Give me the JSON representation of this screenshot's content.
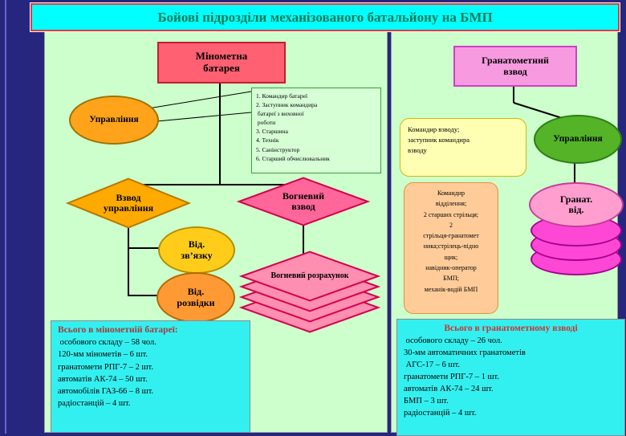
{
  "slide": {
    "title": "Бойові підрозділи механізованого батальйону на БМП"
  },
  "colors": {
    "background_navy": "#26267e",
    "title_bar_cyan": "#00ffff",
    "title_text_green": "#0a7b58",
    "panel_green": "#ccffcc",
    "summary_cyan": "#33f0f0",
    "battery_box_pink_red": "#ff6072",
    "upravlinnia_orange": "#ffa31a",
    "control_platoon_gold": "#ffaa00",
    "fire_platoon_pink": "#ff6699",
    "signal_squad_yellow": "#ffcc1a",
    "recon_squad_orange": "#ff9933",
    "fire_crew_pink": "#ff8fb0",
    "grenade_platoon_violet_pink": "#f79ae0",
    "platoon_upravlinnia_green": "#54b327",
    "commander_note_yellow": "#ffffb3",
    "squad_note_peach": "#ffcc99",
    "grenade_squad_pink": "#ff9ecf",
    "grenade_squad_magenta": "#ff47d6"
  },
  "left": {
    "battery_label": "Мінометна\nбатарея",
    "upravlinnia_label": "Управління",
    "staff_list": "1. Командир батареї\n2. Заступник командира\n батареї з виховної\n роботи\n3. Старшина\n4. Технік\n5. Санінструктор\n6. Старший обчислювальник",
    "vzvod_upravlinnia_label": "Взвод\nуправління",
    "vohnevyi_vzvod_label": "Вогневий\nвзвод",
    "vid_zviazku_label": "Від.\nзв’язку",
    "vid_rozvidky_label": "Від.\nрозвідки",
    "vohnevyi_rozrakhunok_label": "Вогневий розрахунок",
    "summary_title": "Всього в мінометній батареї:",
    "summary_body": " особового складу – 58 чол.\n120-мм мінометів – 6 шт.\nгранатомети РПГ-7 – 2 шт.\nавтоматів АК-74 – 50 шт.\nавтомобілів ГАЗ-66 – 8 шт.\nрадіостанцій – 4 шт."
  },
  "right": {
    "platoon_label": "Гранатометний\nвзвод",
    "commander_note": "Командир взводу;\nзаступник командира\nвзводу",
    "upravlinnia_label": "Управління",
    "squad_note": "Командир\nвідділення;\n2 старших стрільця;\n2\nстрільця-гранатомет\nника;стрілець-підно\nщик;\nнавідник-оператор\nБМП;\nмеханік-водій БМП",
    "granat_vid_label": "Гранат.\nвід.",
    "summary_title": "Всього в гранатометному взводі",
    "summary_body": " особового складу – 26 чол.\n30-мм автоматичних гранатометів\n АГС-17 – 6 шт.\nгранатомети РПГ-7 – 1 шт.\nавтоматів АК-74 – 24 шт.\nБМП – 3 шт.\nрадіостанцій – 4 шт."
  }
}
